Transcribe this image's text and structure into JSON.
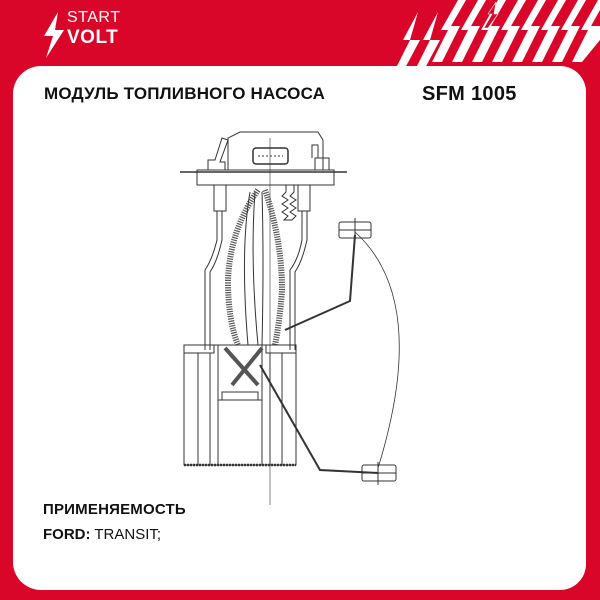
{
  "brand": {
    "line1": "START",
    "line2": "VOLT"
  },
  "header": {
    "title": "МОДУЛЬ ТОПЛИВНОГО НАСОСА",
    "part_number": "SFM 1005"
  },
  "applicability": {
    "heading": "ПРИМЕНЯЕМОСТЬ",
    "items": [
      {
        "brand": "FORD:",
        "models": " TRANSIT;"
      }
    ]
  },
  "colors": {
    "accent_red": "#d9062a",
    "card": "#ffffff",
    "text": "#111111"
  }
}
